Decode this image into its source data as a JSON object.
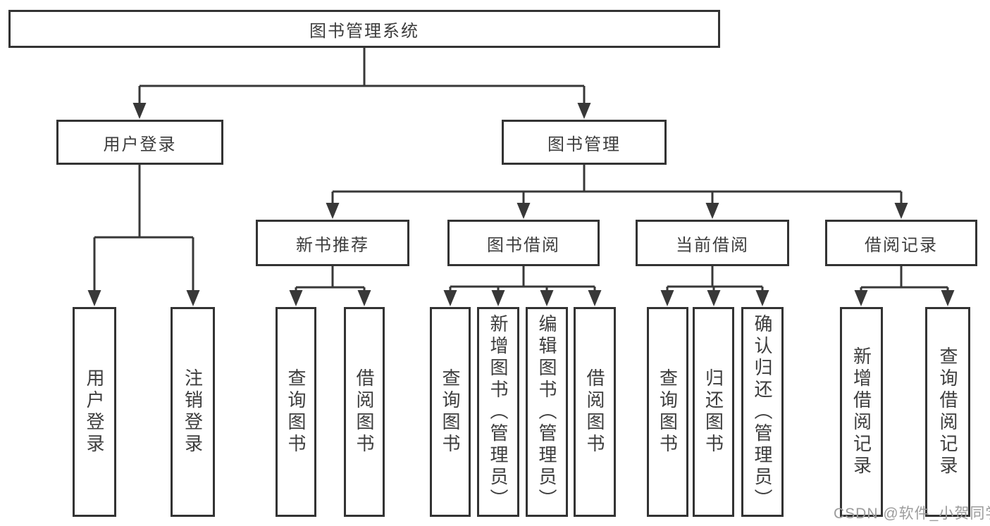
{
  "diagram": {
    "root": {
      "label": "图书管理系统"
    },
    "branches": [
      {
        "label": "用户登录",
        "children": [
          {
            "label": "用户登录"
          },
          {
            "label": "注销登录"
          }
        ]
      },
      {
        "label": "图书管理",
        "groups": [
          {
            "label": "新书推荐",
            "items": [
              {
                "label": "查询图书"
              },
              {
                "label": "借阅图书"
              }
            ]
          },
          {
            "label": "图书借阅",
            "items": [
              {
                "label": "查询图书"
              },
              {
                "label": "新增图书（管理员）"
              },
              {
                "label": "编辑图书（管理员）"
              },
              {
                "label": "借阅图书"
              }
            ]
          },
          {
            "label": "当前借阅",
            "items": [
              {
                "label": "查询图书"
              },
              {
                "label": "归还图书"
              },
              {
                "label": "确认归还（管理员）"
              }
            ]
          },
          {
            "label": "借阅记录",
            "items": [
              {
                "label": "新增借阅记录"
              },
              {
                "label": "查询借阅记录"
              }
            ]
          }
        ]
      }
    ]
  },
  "watermark": {
    "text": "CSDN @软件_小贺同学",
    "color": "#9c9c9c"
  },
  "colors": {
    "line": "#383838",
    "box_border": "#333333",
    "text": "#3d3d3d",
    "background": "#ffffff",
    "watermark": "#9c9c9c"
  }
}
